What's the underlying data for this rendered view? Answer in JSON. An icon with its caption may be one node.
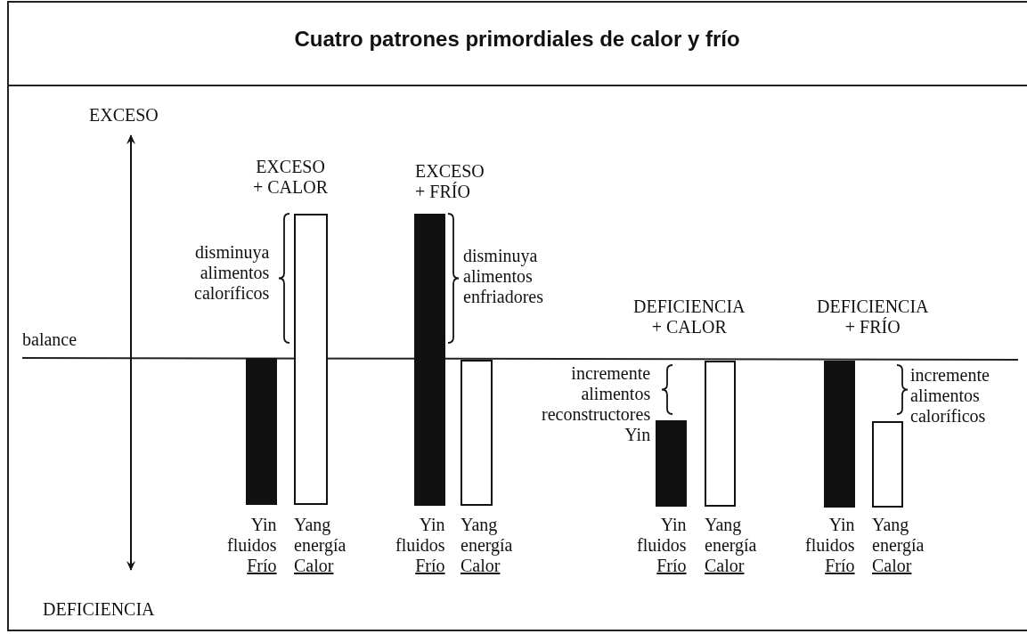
{
  "diagram": {
    "title": "Cuatro patrones primordiales de calor y frío",
    "nodes": [
      {
        "text": [],
        "shape": "bar",
        "beside": [
          "Yin fluidos Frío"
        ]
      },
      {
        "text": [],
        "shape": "bar",
        "beside": [
          "Yang energía Calor"
        ]
      },
      {
        "text": [],
        "shape": "bar",
        "beside": [
          "Yin fluidos Frío"
        ]
      },
      {
        "text": [],
        "shape": "bar",
        "beside": [
          "Yang energía Calor"
        ]
      },
      {
        "text": [],
        "shape": "bar",
        "beside": [
          "Yin fluidos Frío"
        ]
      },
      {
        "text": [],
        "shape": "bar",
        "beside": [
          "Yang energía Calor"
        ]
      },
      {
        "text": [],
        "shape": "bar",
        "beside": [
          "Yin fluidos Frío"
        ]
      },
      {
        "text": [],
        "shape": "bar",
        "beside": [
          "Yang energía Calor"
        ]
      }
    ],
    "labels": [
      "EXCESO",
      "EXCESO + CALOR",
      "EXCESO + FRÍO",
      "disminuya alimentos caloríficos",
      "disminuya alimentos enfriadores",
      "balance",
      "DEFICIENCIA + CALOR",
      "DEFICIENCIA + FRÍO",
      "incremente alimentos reconstructores Yin",
      "incremente alimentos caloríficos",
      "DEFICIENCIA"
    ]
  }
}
